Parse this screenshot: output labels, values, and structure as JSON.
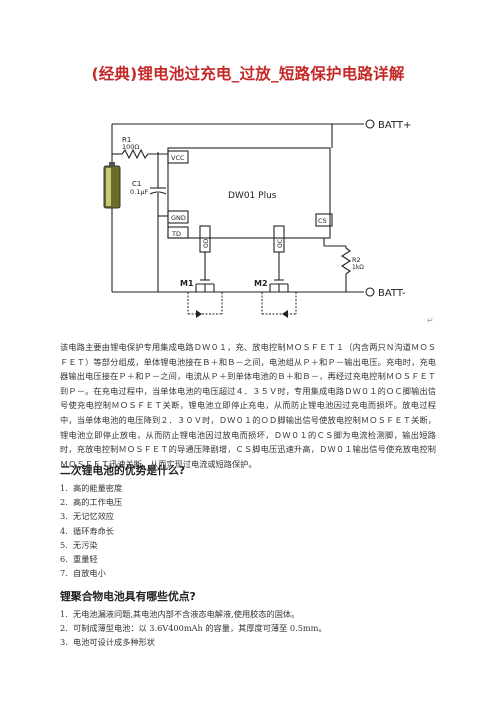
{
  "doc": {
    "title": "(经典)锂电池过充电_过放_短路保护电路详解"
  },
  "schematic": {
    "batt_plus": "BATT+",
    "batt_minus": "BATT-",
    "r1_name": "R1",
    "r1_value": "100Ω",
    "c1_name": "C1",
    "c1_value": "0.1μF",
    "ic_name": "DW01 Plus",
    "pin_vcc": "VCC",
    "pin_gnd": "GND",
    "pin_td": "TD",
    "pin_cs": "CS",
    "pin_od": "OD",
    "pin_oc": "OC",
    "r2_name": "R2",
    "r2_value": "1kΩ",
    "m1": "M1",
    "m2": "M2"
  },
  "paragraph_mark": "↵",
  "intro": "该电路主要由锂电保护专用集成电路ＤＷ０１，充、放电控制ＭＯＳＦＥＴ１（内含两只Ｎ沟道ＭＯＳＦＥＴ）等部分组成，单体锂电池接在Ｂ＋和Ｂ－之间，电池组从Ｐ＋和Ｐ－输出电压。充电时，充电器输出电压接在Ｐ＋和Ｐ－之间，电流从Ｐ＋到单体电池的Ｂ＋和Ｂ－，再经过充电控制ＭＯＳＦＥＴ到Ｐ－。在充电过程中，当单体电池的电压超过４．３５Ｖ时，专用集成电路ＤＷ０１的ＯＣ脚输出信号使充电控制ＭＯＳＦＥＴ关断，锂电池立即停止充电，从而防止锂电池因过充电而损坏。放电过程中，当单体电池的电压降到２．３０Ｖ时，ＤＷ０１的ＯＤ脚输出信号使放电控制ＭＯＳＦＥＴ关断，锂电池立即停止放电，从而防止锂电池因过放电而损坏，ＤＷ０１的ＣＳ脚为电流检测脚，输出短路时，充放电控制ＭＯＳＦＥＴ的导通压降剧增，ＣＳ脚电压迅速升高，ＤＷ０１输出信号使充放电控制ＭＯＳＦＥＴ迅速关断，从而实现过电流或短路保护。",
  "section1": {
    "heading": "二次锂电池的优势是什么?",
    "items": [
      {
        "num": "1.",
        "text": "高的能量密度"
      },
      {
        "num": "2.",
        "text": "高的工作电压"
      },
      {
        "num": "3.",
        "text": "无记忆效应"
      },
      {
        "num": "4.",
        "text": "循环寿命长"
      },
      {
        "num": "5.",
        "text": "无污染"
      },
      {
        "num": "6.",
        "text": "重量轻"
      },
      {
        "num": "7.",
        "text": "自放电小"
      }
    ]
  },
  "section2": {
    "heading": "锂聚合物电池具有哪些优点?",
    "items": [
      {
        "num": "1.",
        "text": "无电池漏液问题,其电池内部不含液态电解液,使用胶态的固体。"
      },
      {
        "num": "2.",
        "text": "可制成薄型电池：以 3.6V400mAh 的容量，其厚度可薄至 0.5mm。"
      },
      {
        "num": "3.",
        "text": "电池可设计成多种形状"
      }
    ]
  }
}
